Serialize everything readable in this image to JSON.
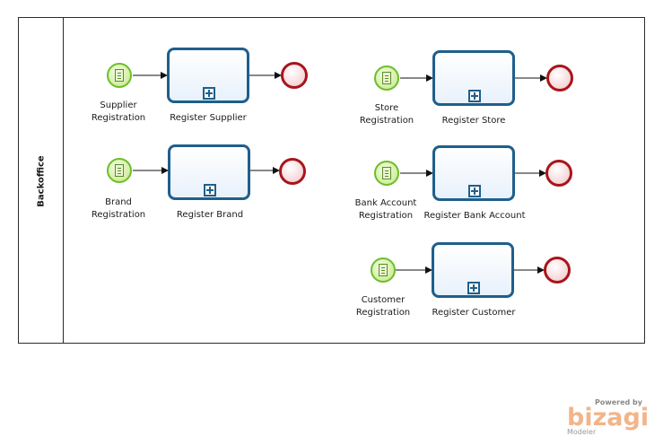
{
  "pool": {
    "lane_label": "Backoffice"
  },
  "processes": [
    {
      "start_label": [
        "Supplier",
        "Registration"
      ],
      "task_label": "Register Supplier"
    },
    {
      "start_label": [
        "Brand",
        "Registration"
      ],
      "task_label": "Register Brand"
    },
    {
      "start_label": [
        "Store",
        "Registration"
      ],
      "task_label": "Register Store"
    },
    {
      "start_label": [
        "Bank Account",
        "Registration"
      ],
      "task_label": "Register Bank Account"
    },
    {
      "start_label": [
        "Customer",
        "Registration"
      ],
      "task_label": "Register Customer"
    }
  ],
  "watermark": {
    "powered_by": "Powered by",
    "brand": "bizagi",
    "product": "Modeler"
  },
  "colors": {
    "start_event": "#6bbf2a",
    "end_event": "#a8151b",
    "task_border": "#1f5f8b",
    "brand": "#f2b58a"
  }
}
